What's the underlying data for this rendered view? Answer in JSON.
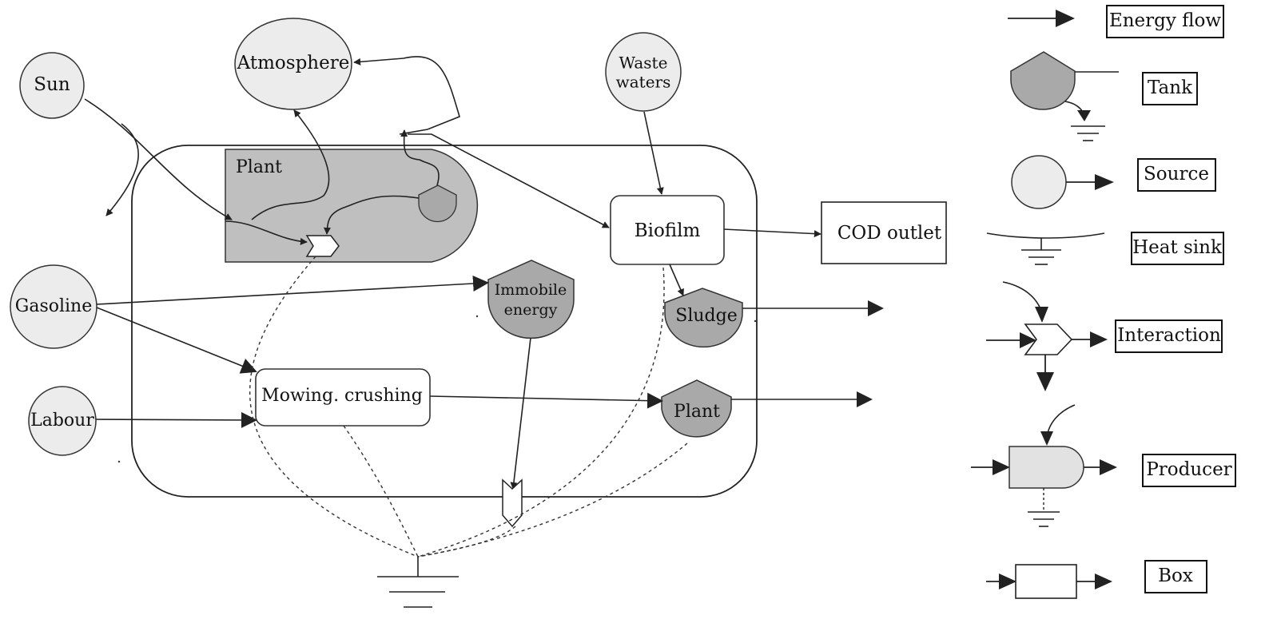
{
  "nodes": {
    "sun": "Sun",
    "atmosphere": "Atmosphere",
    "waste_waters": [
      "Waste",
      "waters"
    ],
    "gasoline": "Gasoline",
    "labour": "Labour",
    "plant_producer": "Plant",
    "biofilm": "Biofilm",
    "cod_outlet": "COD outlet",
    "immobile_energy": [
      "Immobile",
      "energy"
    ],
    "sludge": "Sludge",
    "mowing_crushing": "Mowing. crushing",
    "plant_tank": "Plant"
  },
  "legend": {
    "energy_flow": "Energy flow",
    "tank": "Tank",
    "source": "Source",
    "heat_sink": "Heat sink",
    "interaction": "Interaction",
    "producer": "Producer",
    "box": "Box"
  },
  "colors": {
    "source_fill": "#ececec",
    "tank_fill": "#a9a9a9",
    "producer_fill": "#bfbfbf",
    "legend_producer_fill": "#e2e2e2",
    "line": "#222222"
  }
}
